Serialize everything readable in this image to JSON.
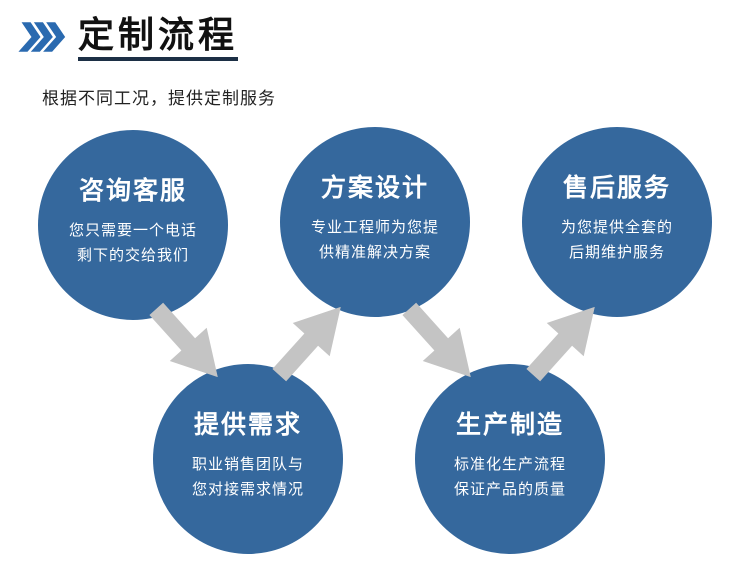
{
  "header": {
    "title": "定制流程",
    "subtitle": "根据不同工况，提供定制服务",
    "icon": "triple-chevron-right-icon",
    "accent_color": "#2a6ab0",
    "underline_color": "#1c2f45"
  },
  "flow": {
    "circle_color": "#35689d",
    "text_color": "#ffffff",
    "arrow_color": "#c4c4c4",
    "arrow_icon": "block-arrow-icon",
    "steps": [
      {
        "title": "咨询客服",
        "line1": "您只需要一个电话",
        "line2": "剩下的交给我们"
      },
      {
        "title": "提供需求",
        "line1": "职业销售团队与",
        "line2": "您对接需求情况"
      },
      {
        "title": "方案设计",
        "line1": "专业工程师为您提",
        "line2": "供精准解决方案"
      },
      {
        "title": "生产制造",
        "line1": "标准化生产流程",
        "line2": "保证产品的质量"
      },
      {
        "title": "售后服务",
        "line1": "为您提供全套的",
        "line2": "后期维护服务"
      }
    ]
  }
}
